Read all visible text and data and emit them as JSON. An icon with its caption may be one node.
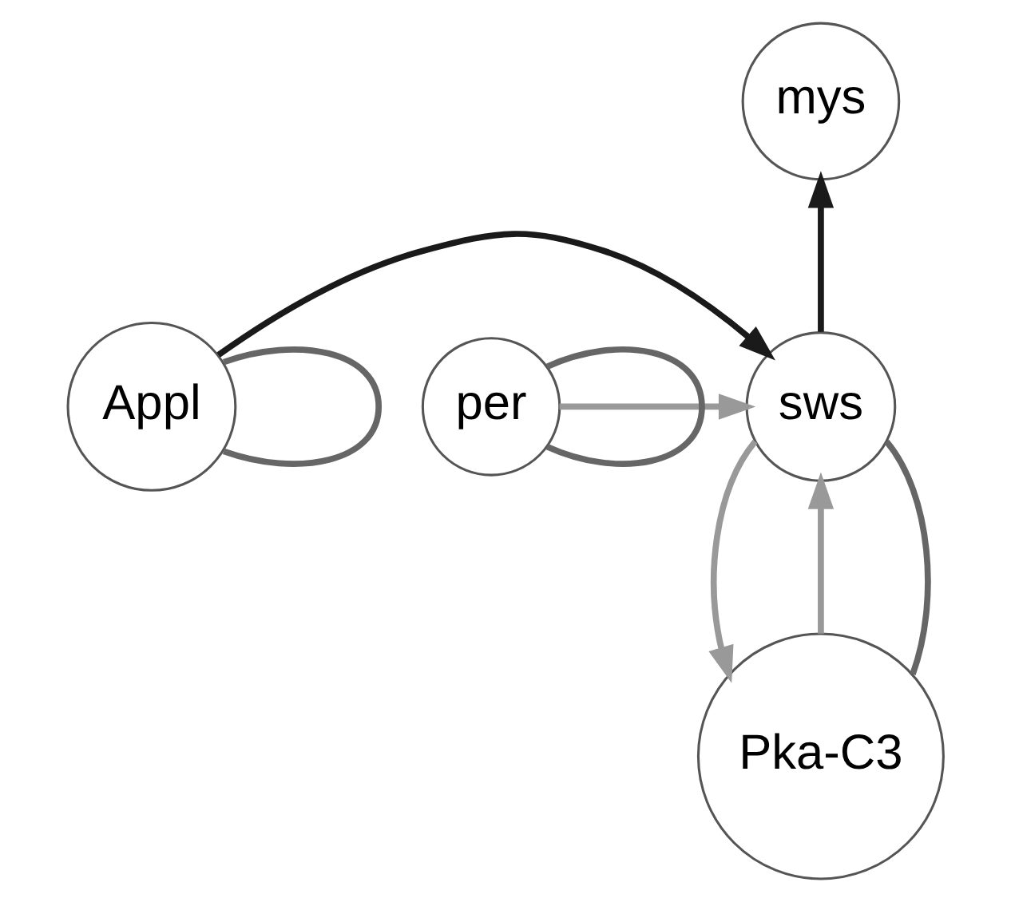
{
  "diagram": {
    "nodes": [
      {
        "text": [
          "mys"
        ]
      },
      {
        "text": [
          "Appl"
        ]
      },
      {
        "text": [
          "sws"
        ]
      },
      {
        "text": [
          "per"
        ]
      },
      {
        "text": [
          "Pka-C3"
        ]
      }
    ],
    "edges": [
      {
        "from": 1,
        "to": 1,
        "arrow": "none",
        "color": "#666666"
      },
      {
        "from": 1,
        "to": 2,
        "arrow": "to",
        "color": "#1a1a1a"
      },
      {
        "from": 2,
        "to": 0,
        "arrow": "to",
        "color": "#1a1a1a"
      },
      {
        "from": 3,
        "to": 3,
        "arrow": "none",
        "color": "#666666"
      },
      {
        "from": 3,
        "to": 2,
        "arrow": "to",
        "color": "#999999"
      },
      {
        "from": 2,
        "to": 4,
        "arrow": "to",
        "color": "#999999"
      },
      {
        "from": 4,
        "to": 2,
        "arrow": "to",
        "color": "#999999"
      },
      {
        "from": 2,
        "to": 4,
        "arrow": "none",
        "color": "#666666"
      }
    ]
  }
}
